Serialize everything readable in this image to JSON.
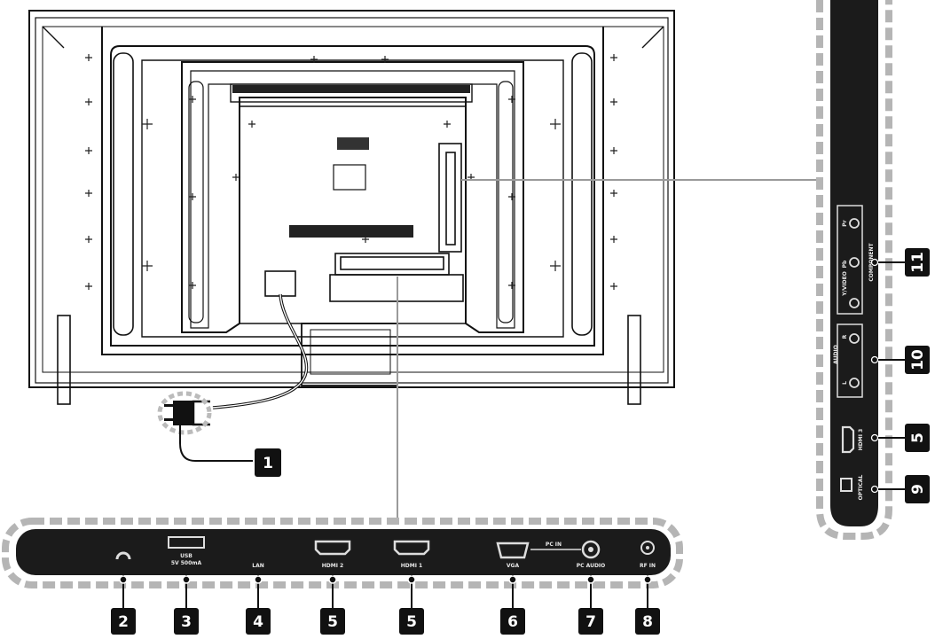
{
  "bottom_panel": {
    "ports": [
      {
        "label": "",
        "badge": "2"
      },
      {
        "label": "USB",
        "sublabel": "5V 500mA",
        "badge": "3"
      },
      {
        "label": "LAN",
        "badge": "4"
      },
      {
        "label": "HDMI 2",
        "badge": "5"
      },
      {
        "label": "HDMI 1",
        "badge": "5"
      },
      {
        "label": "VGA",
        "badge": "6"
      },
      {
        "label": "PC AUDIO",
        "badge": "7"
      },
      {
        "label": "RF IN",
        "badge": "8"
      }
    ],
    "pc_in_label": "PC IN"
  },
  "side_panel": {
    "component_label": "COMPONENT",
    "video_label": "Y/VIDEO",
    "pb_label": "Pb",
    "pr_label": "Pr",
    "audio_label": "AUDIO",
    "audio_r_label": "R",
    "audio_l_label": "L",
    "hdmi_label": "HDMI 3",
    "optical_label": "OPTICAL",
    "badges": {
      "component": "11",
      "audio": "10",
      "hdmi": "5",
      "optical": "9"
    }
  },
  "power_badge": "1"
}
